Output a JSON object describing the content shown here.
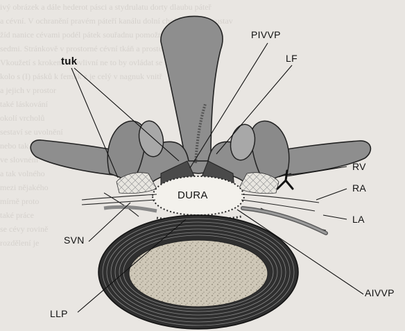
{
  "labels": {
    "tuk": "tuk",
    "pivvp": "PIVVP",
    "lf": "LF",
    "rv": "RV",
    "dura": "DURA",
    "ra": "RA",
    "la": "LA",
    "svn": "SVN",
    "aivvp": "AIVVP",
    "llp": "LLP"
  },
  "background_text": [
    "ivý obrázek a dále hederot pásci a stydrulatu dorty dlaubu páteř",
    "a cévní. V ochranění pravém páteří kanálu dolní cholerstvo se soustav",
    "žíd nanice cévami podél pátek souřadnu pomožní připojené cévní a",
    "sedmi. Stránkově v prostorné cévní tkáň a prostoru přes těla",
    "Vkoužetí s krokem se ovlivní ne to by ovládat se souvětí konec",
    "kolo s (I) pásků k femůk z je celý v nagnuk vnitř",
    "",
    "",
    "",
    "",
    "",
    "",
    "                                                                      a jejich v prostor",
    "                                                                      také láskování",
    "                                                                      okolí vrcholů",
    "                                                                      sestaví se uvolnění",
    "                                                                      nebo tak prostor",
    "                                                                      ve slovném",
    "                                                                      a tak volného",
    "                                                                      mezi nějakého",
    "                                                                      mírně proto",
    "                                                                      také práce",
    "                                                                      se cévy rovině",
    "                                                                      rozdělení  je"
  ]
}
